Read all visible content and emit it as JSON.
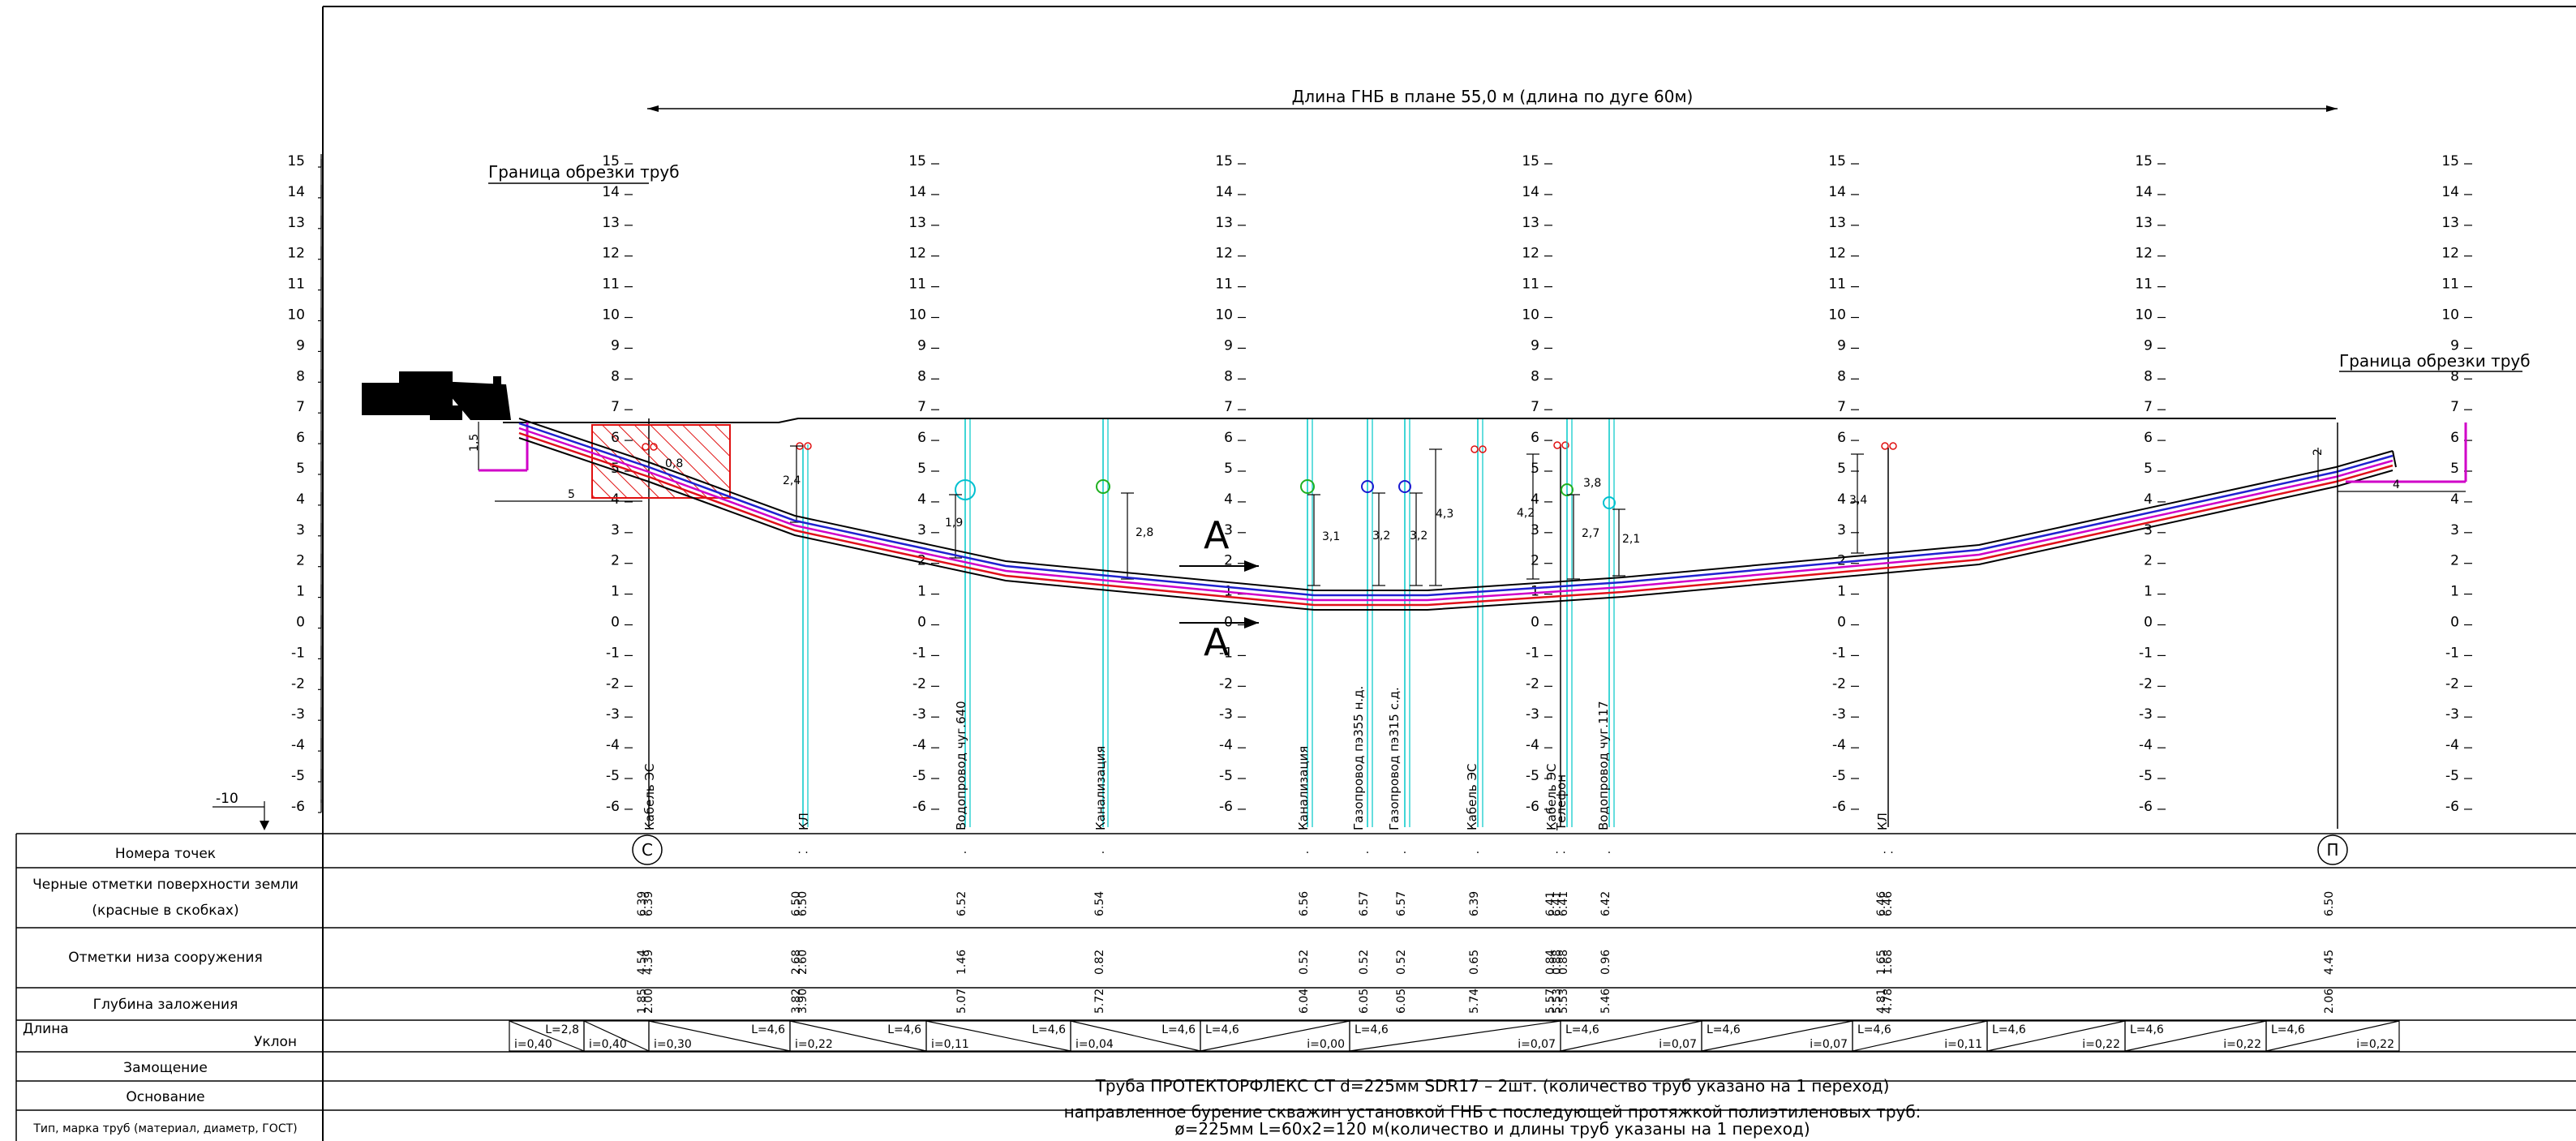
{
  "title": "Длина ГНБ в плане 55,0 м (длина по дуге 60м)",
  "trim_label_left": "Граница обрезки труб",
  "trim_label_right": "Граница обрезки труб",
  "datum_label": "-10",
  "scale_ticks": [
    "15",
    "14",
    "13",
    "12",
    "11",
    "10",
    "9",
    "8",
    "7",
    "6",
    "5",
    "4",
    "3",
    "2",
    "1",
    "0",
    "-1",
    "-2",
    "-3",
    "-4",
    "-5",
    "-6"
  ],
  "section_marker": "А",
  "points": {
    "start": "С",
    "end": "П"
  },
  "dims": {
    "rig_height": "1,5",
    "rig_offset": "5",
    "entry_zone": "0,8",
    "right_depth": "2",
    "right_offset": "4",
    "d1": "2,4",
    "d2": "1,9",
    "d3": "2,8",
    "d4": "3,1",
    "d5": "3,2",
    "d6": "3,2",
    "d7": "4,3",
    "d8": "4,2",
    "d9": "2,7",
    "d10": "3,8",
    "d11": "2,1",
    "d12": "3,4"
  },
  "crossings": [
    {
      "name": "Кабель ЭС"
    },
    {
      "name": "КЛ"
    },
    {
      "name": "Водопровод чуг.640"
    },
    {
      "name": "Канализация"
    },
    {
      "name": "Канализация"
    },
    {
      "name": "Газопровод пэ355 н.д."
    },
    {
      "name": "Газопровод пэ315 с.д."
    },
    {
      "name": "Кабель ЭС"
    },
    {
      "name": "Кабель ЭС"
    },
    {
      "name": "Телефон"
    },
    {
      "name": "Водопровод чуг.117"
    },
    {
      "name": "КЛ"
    }
  ],
  "table": {
    "rows": {
      "points": "Номера точек",
      "ground1": "Черные отметки поверхности земли",
      "ground2": "(красные в скобках)",
      "bottom": "Отметки низа сооружения",
      "depth": "Глубина заложения",
      "length": "Длина",
      "slope": "Уклон",
      "replace": "Замощение",
      "base": "Основание",
      "pipe": "Тип, марка труб (материал, диаметр, ГОСТ)"
    },
    "columns": [
      {
        "ground": [
          "6.39",
          "6.39"
        ],
        "bottom": [
          "4.54",
          "4.39"
        ],
        "depth": [
          "1.85",
          "2.00"
        ]
      },
      {
        "ground": [
          "6.50",
          "6.50"
        ],
        "bottom": [
          "2.68",
          "2.60"
        ],
        "depth": [
          "3.82",
          "3.90"
        ]
      },
      {
        "ground": [
          "6.52"
        ],
        "bottom": [
          "1.46"
        ],
        "depth": [
          "5.07"
        ]
      },
      {
        "ground": [
          "6.54"
        ],
        "bottom": [
          "0.82"
        ],
        "depth": [
          "5.72"
        ]
      },
      {
        "ground": [
          "6.56"
        ],
        "bottom": [
          "0.52"
        ],
        "depth": [
          "6.04"
        ]
      },
      {
        "ground": [
          "6.57"
        ],
        "bottom": [
          "0.52"
        ],
        "depth": [
          "6.05"
        ]
      },
      {
        "ground": [
          "6.57"
        ],
        "bottom": [
          "0.52"
        ],
        "depth": [
          "6.05"
        ]
      },
      {
        "ground": [
          "6.39"
        ],
        "bottom": [
          "0.65"
        ],
        "depth": [
          "5.74"
        ]
      },
      {
        "ground": [
          "6.41",
          "6.41",
          "6.41"
        ],
        "bottom": [
          "0.84",
          "0.88",
          "0.88"
        ],
        "depth": [
          "5.57",
          "5.53",
          "5.53"
        ]
      },
      {
        "ground": [
          "6.42"
        ],
        "bottom": [
          "0.96"
        ],
        "depth": [
          "5.46"
        ]
      },
      {
        "ground": [
          "6.46",
          "6.46"
        ],
        "bottom": [
          "1.65",
          "1.68"
        ],
        "depth": [
          "4.81",
          "4.78"
        ]
      },
      {
        "ground": [
          "6.50"
        ],
        "bottom": [
          "4.45"
        ],
        "depth": [
          "2.06"
        ]
      }
    ],
    "segments": [
      {
        "L": "L=2,8",
        "i": "i=0,40"
      },
      {
        "L": "",
        "i": "i=0,40"
      },
      {
        "L": "L=4,6",
        "i": "i=0,30"
      },
      {
        "L": "L=4,6",
        "i": "i=0,22"
      },
      {
        "L": "L=4,6",
        "i": "i=0,11"
      },
      {
        "L": "L=4,6",
        "i": "i=0,04"
      },
      {
        "L": "L=4,6",
        "i": "i=0,00"
      },
      {
        "L": "L=4,6",
        "i": "i=0,07"
      },
      {
        "L": "L=4,6",
        "i": "i=0,07"
      },
      {
        "L": "L=4,6",
        "i": "i=0,07"
      },
      {
        "L": "L=4,6",
        "i": "i=0,11"
      },
      {
        "L": "L=4,6",
        "i": "i=0,22"
      },
      {
        "L": "L=4,6",
        "i": "i=0,22"
      },
      {
        "L": "L=4,6",
        "i": "i=0,22"
      }
    ],
    "base_note": "Труба ПРОТЕКТОРФЛЕКС СТ d=225мм SDR17 – 2шт. (количество труб указано на 1 переход)",
    "pipe_note1": "направленное бурение скважин установкой ГНБ с последующей протяжкой полиэтиленовых труб:",
    "pipe_note2": "ø=225мм  L=60х2=120 м(количество и длины труб указаны на 1 переход)"
  },
  "colors": {
    "line": "#000000",
    "pipe_red": "#e0101a",
    "pipe_blue": "#2020d0",
    "pipe_magenta": "#d000c8",
    "utility_cyan": "#00c8c8",
    "hatch_red": "#e01010",
    "circle_green": "#20b020",
    "circle_blue": "#1a1ad0",
    "circle_cyan": "#00c0d0"
  }
}
